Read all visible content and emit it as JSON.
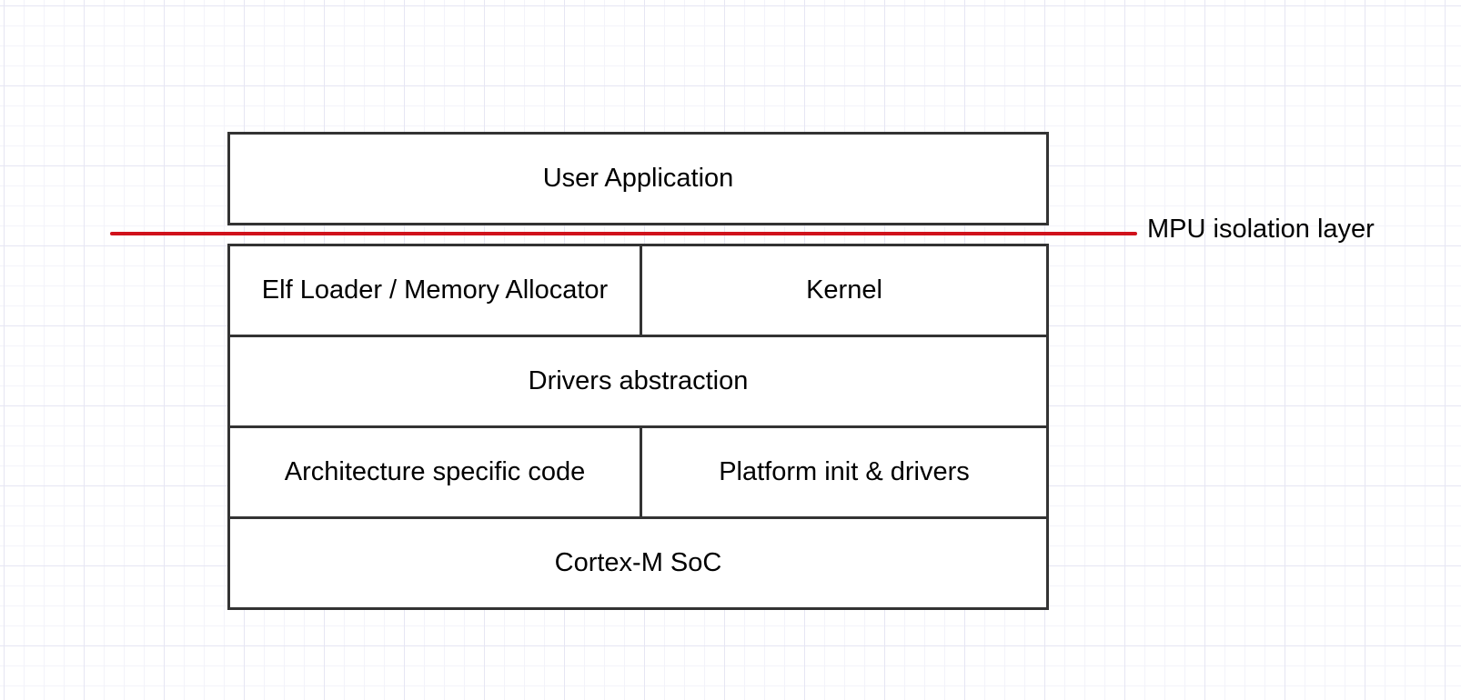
{
  "diagram": {
    "colors": {
      "isolation_line": "#d0111b",
      "block_border": "#333333",
      "grid": "#e6e6f3"
    },
    "layers": {
      "user_application": "User Application",
      "elf_loader": "Elf Loader / Memory Allocator",
      "kernel": "Kernel",
      "drivers_abstraction": "Drivers abstraction",
      "architecture_code": "Architecture specific code",
      "platform_init": "Platform init & drivers",
      "soc": "Cortex-M SoC"
    },
    "isolation_label": "MPU isolation layer"
  }
}
